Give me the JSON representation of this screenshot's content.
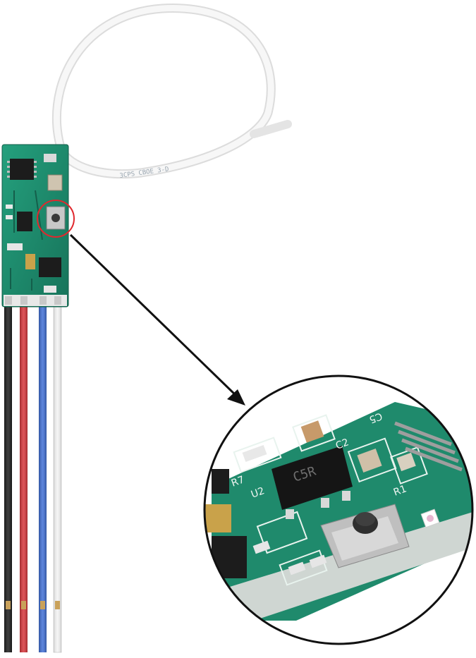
{
  "photo": {
    "subject": "rf-receiver-module",
    "wire_colors": [
      "#1b1b1b",
      "#d8353a",
      "#3f6fd6",
      "#f4f4f4"
    ],
    "pcb_color": "#1f8a6c",
    "antenna_color": "#f6f6f6",
    "highlight_color": "#e0282e",
    "arrow_color": "#111111"
  },
  "markings": {
    "antenna_print": "3CPS CBOE 3-D",
    "chip_u2_print": "C5R",
    "label_u2": "U2",
    "label_r7": "R7",
    "label_c2": "C2",
    "label_r1": "R1",
    "label_c5": "C5"
  }
}
